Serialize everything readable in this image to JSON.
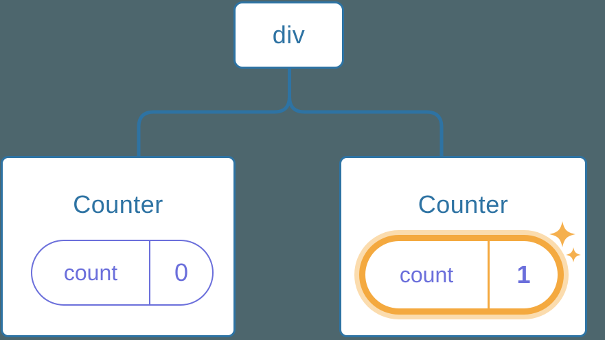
{
  "diagram": {
    "type": "component-tree",
    "colors": {
      "background": "#4D666D",
      "accent_blue": "#2E73A3",
      "accent_purple": "#6B6FDB",
      "accent_orange": "#F4A93F",
      "orange_glow": "#FBDCAE",
      "sparkle": "#F5B04E"
    },
    "tree": {
      "root": {
        "label": "div"
      },
      "children": [
        {
          "title": "Counter",
          "highlighted": false,
          "state": {
            "key": "count",
            "value": "0"
          }
        },
        {
          "title": "Counter",
          "highlighted": true,
          "state": {
            "key": "count",
            "value": "1"
          }
        }
      ]
    }
  }
}
